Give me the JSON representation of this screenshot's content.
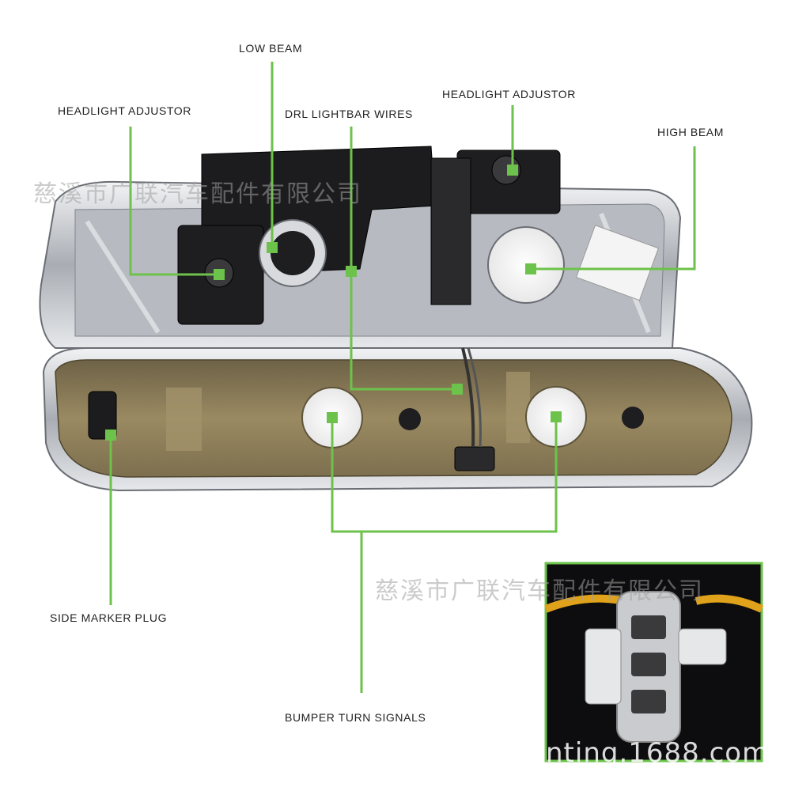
{
  "labels": {
    "low_beam": "LOW BEAM",
    "headlight_adjustor_left": "HEADLIGHT ADJUSTOR",
    "drl_lightbar_wires": "DRL LIGHTBAR WIRES",
    "headlight_adjustor_right": "HEADLIGHT ADJUSTOR",
    "high_beam": "HIGH BEAM",
    "side_marker_plug": "SIDE MARKER PLUG",
    "bumper_turn_signals": "BUMPER TURN SIGNALS"
  },
  "watermarks": {
    "company_top": "慈溪市广联汽车配件有限公司",
    "company_bottom": "慈溪市广联汽车配件有限公司",
    "site": "nting.1688.com"
  },
  "colors": {
    "callout_green": "#6cc24a",
    "chrome": "#c9ccd0",
    "housing_tan": "#8a7a55",
    "background": "#ffffff"
  }
}
